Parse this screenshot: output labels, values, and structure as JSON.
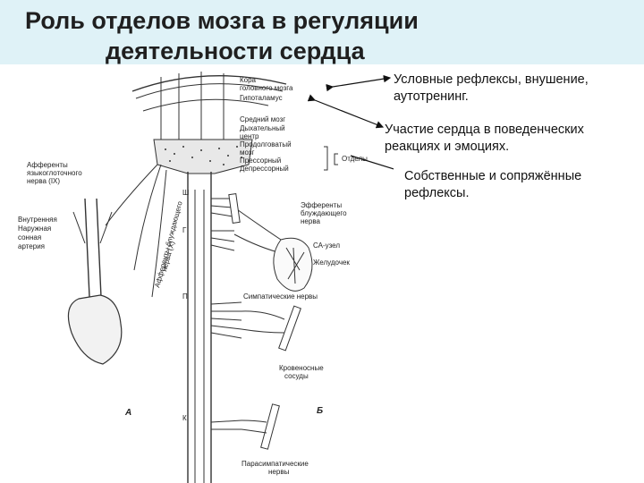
{
  "title": {
    "line1": "Роль отделов мозга в регуляции",
    "line2": "деятельности  сердца"
  },
  "notes": [
    {
      "line1": "Условные рефлексы, внушение,",
      "line2": "аутотренинг."
    },
    {
      "line1": "Участие сердца в поведенческих",
      "line2": "реакциях и эмоциях."
    },
    {
      "line1": "Собственные и сопряжённые",
      "line2": "рефлексы."
    }
  ],
  "diagram": {
    "brain_labels": [
      "Кора",
      "головного мозга",
      "Гипоталамус",
      "Средний мозг",
      "Дыхательный",
      "центр",
      "Продолговатый",
      "мозг",
      "Прессорный",
      "Депрессорный"
    ],
    "otdely": "Отделы",
    "left_labels": {
      "afferent_top": [
        "Афференты",
        "языкоглоточного",
        "нерва (IX)"
      ],
      "artery": [
        "Внутренняя",
        "Наружная",
        "сонная",
        "артерия"
      ],
      "vagus_afferent": "Афференты блуждающего",
      "vagus_afferent2": "нерва (X)"
    },
    "cord_letters": [
      "Ш",
      "Г",
      "П",
      "К"
    ],
    "right_labels": {
      "efferents": [
        "Эфференты",
        "блуждающего",
        "нерва"
      ],
      "sa_node": "СА-узел",
      "ventricle": "Желудочек",
      "sympathetic": "Симпатические нервы",
      "vessels": [
        "Кровеносные",
        "сосуды"
      ],
      "parasympathetic": [
        "Парасимпатические",
        "нервы"
      ]
    },
    "panel_letters": [
      "А",
      "Б"
    ]
  }
}
